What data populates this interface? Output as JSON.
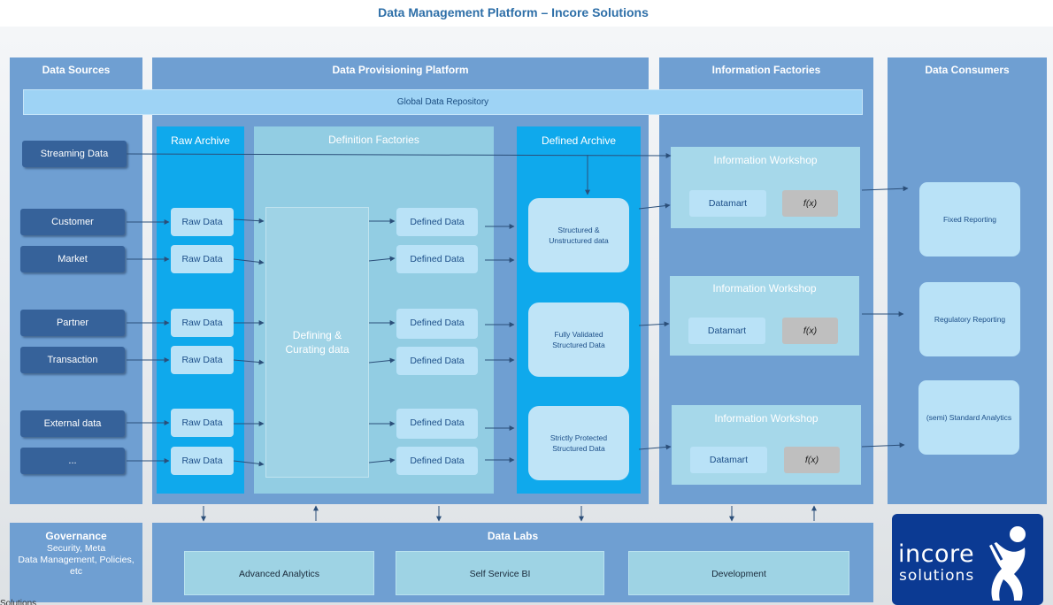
{
  "title": "Data Management Platform – Incore Solutions",
  "columns": {
    "sources": "Data Sources",
    "provisioning": "Data Provisioning Platform",
    "factories": "Information Factories",
    "consumers": "Data Consumers"
  },
  "global_repo": "Global Data Repository",
  "sources": [
    "Streaming Data",
    "Customer",
    "Market",
    "Partner",
    "Transaction",
    "External data",
    "..."
  ],
  "raw_archive": {
    "title": "Raw Archive",
    "items": [
      "Raw Data",
      "Raw Data",
      "Raw Data",
      "Raw Data",
      "Raw Data",
      "Raw Data"
    ]
  },
  "definition_factories": {
    "title": "Definition Factories",
    "process": "Defining &\nCurating data",
    "items": [
      "Defined Data",
      "Defined Data",
      "Defined Data",
      "Defined Data",
      "Defined Data",
      "Defined Data"
    ]
  },
  "defined_archive": {
    "title": "Defined Archive",
    "items": [
      "Structured &\nUnstructured data",
      "Fully Validated\nStructured Data",
      "Strictly Protected\nStructured Data"
    ]
  },
  "workshops": [
    {
      "title": "Information Workshop",
      "datamart": "Datamart",
      "fx": "f(x)"
    },
    {
      "title": "Information Workshop",
      "datamart": "Datamart",
      "fx": "f(x)"
    },
    {
      "title": "Information Workshop",
      "datamart": "Datamart",
      "fx": "f(x)"
    }
  ],
  "consumers": [
    "Fixed Reporting",
    "Regulatory Reporting",
    "(semi) Standard Analytics"
  ],
  "governance": {
    "title": "Governance",
    "text": "Security, Meta\nData Management, Policies,\netc"
  },
  "data_labs": {
    "title": "Data Labs",
    "items": [
      "Advanced Analytics",
      "Self Service BI",
      "Development"
    ]
  },
  "logo": {
    "line1": "incore",
    "line2": "solutions"
  },
  "footer_fragment": "Solutions",
  "colors": {
    "column": "#6f9fd2",
    "archive": "#0fa9ec",
    "source": "#36629a",
    "logo": "#0b3a93"
  }
}
